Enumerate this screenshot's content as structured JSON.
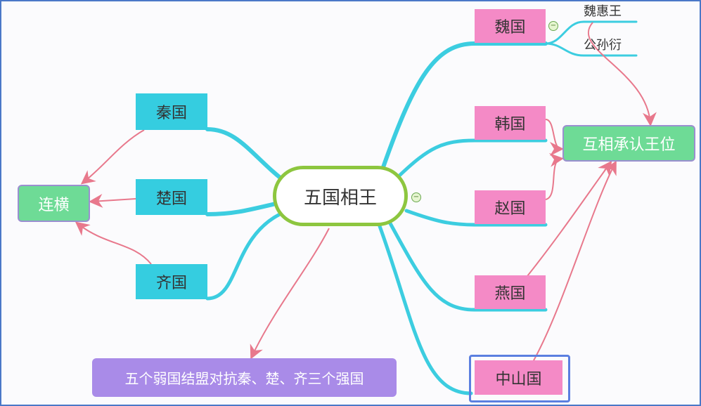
{
  "central": {
    "label": "五国相王"
  },
  "left_branches": [
    {
      "label": "秦国"
    },
    {
      "label": "楚国"
    },
    {
      "label": "齐国"
    }
  ],
  "right_branches": [
    {
      "label": "魏国"
    },
    {
      "label": "韩国"
    },
    {
      "label": "赵国"
    },
    {
      "label": "燕国"
    },
    {
      "label": "中山国"
    }
  ],
  "wei_children": [
    {
      "label": "魏惠王"
    },
    {
      "label": "公孙衍"
    }
  ],
  "summaries": {
    "lianheng": "连横",
    "mutual": "互相承认王位",
    "note": "五个弱国结盟对抗秦、楚、齐三个强国"
  },
  "colors": {
    "branch": "#3ccde0",
    "arrow": "#e8788c",
    "center_border": "#8dc63f",
    "pink": "#f48ac6",
    "green": "#6edb96",
    "purple": "#a98be8"
  }
}
